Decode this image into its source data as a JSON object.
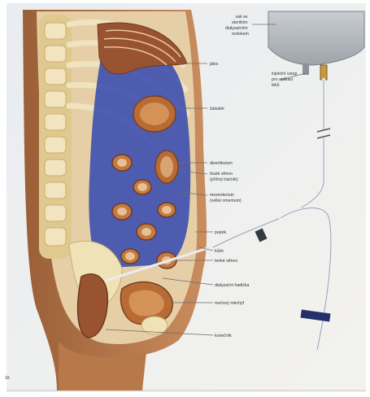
{
  "diagram": {
    "labels": {
      "bag": [
        "vak se",
        "sterilním",
        "dialyzačním",
        "roztokem"
      ],
      "port": [
        "injekční vstup",
        "pro aplikaci",
        "léků"
      ],
      "liver": "játra",
      "stomach": "žaludek",
      "ascending": "divertikulum",
      "colon": [
        "tlusté střevo",
        "(příčný tračník)"
      ],
      "omentum": [
        "mezenterium",
        "(velké omentum)"
      ],
      "navel": "pupek",
      "skin": "kůže",
      "small_int": "tenké střevo",
      "cuff": "dialyzační hadička",
      "bladder": "močový měchýř",
      "rectum": "konečník"
    },
    "corner_mark": "16"
  },
  "colors": {
    "background": "#ffffff",
    "wall": "#eef0f4",
    "bone": "#efe2b6",
    "peritoneum": "#3d4fb0",
    "organ": "#b86b35",
    "skin": "#c58a5a"
  }
}
